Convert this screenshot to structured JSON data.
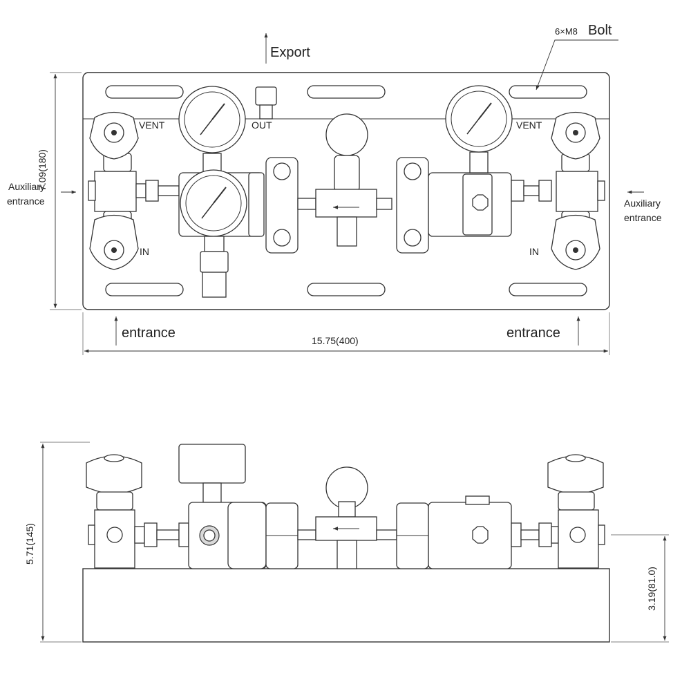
{
  "labels": {
    "export": "Export",
    "bolt_prefix": "6×M8",
    "bolt": "Bolt",
    "vent_left": "VENT",
    "vent_right": "VENT",
    "out": "OUT",
    "in_left": "IN",
    "in_right": "IN",
    "aux_left_line1": "Auxiliary",
    "aux_left_line2": "entrance",
    "aux_right_line1": "Auxiliary",
    "aux_right_line2": "entrance",
    "entrance_left": "entrance",
    "entrance_right": "entrance"
  },
  "dimensions": {
    "width": "15.75(400)",
    "height": "7.09(180)",
    "side_height": "5.71(145)",
    "base_height": "3.19(81.0)"
  }
}
